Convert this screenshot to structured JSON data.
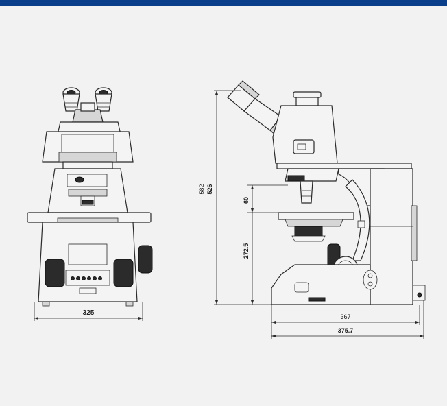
{
  "header": {
    "bar_color": "#0b3f8c"
  },
  "front_view": {
    "width_label": "325"
  },
  "side_view": {
    "height_outer_label": "582",
    "height_inner_label": "526",
    "arm_label": "60",
    "stage_height_label": "272.5",
    "depth_label": "367",
    "overall_depth_label": "375.7"
  },
  "colors": {
    "background": "#f2f2f2",
    "line": "#2a2a2a"
  }
}
